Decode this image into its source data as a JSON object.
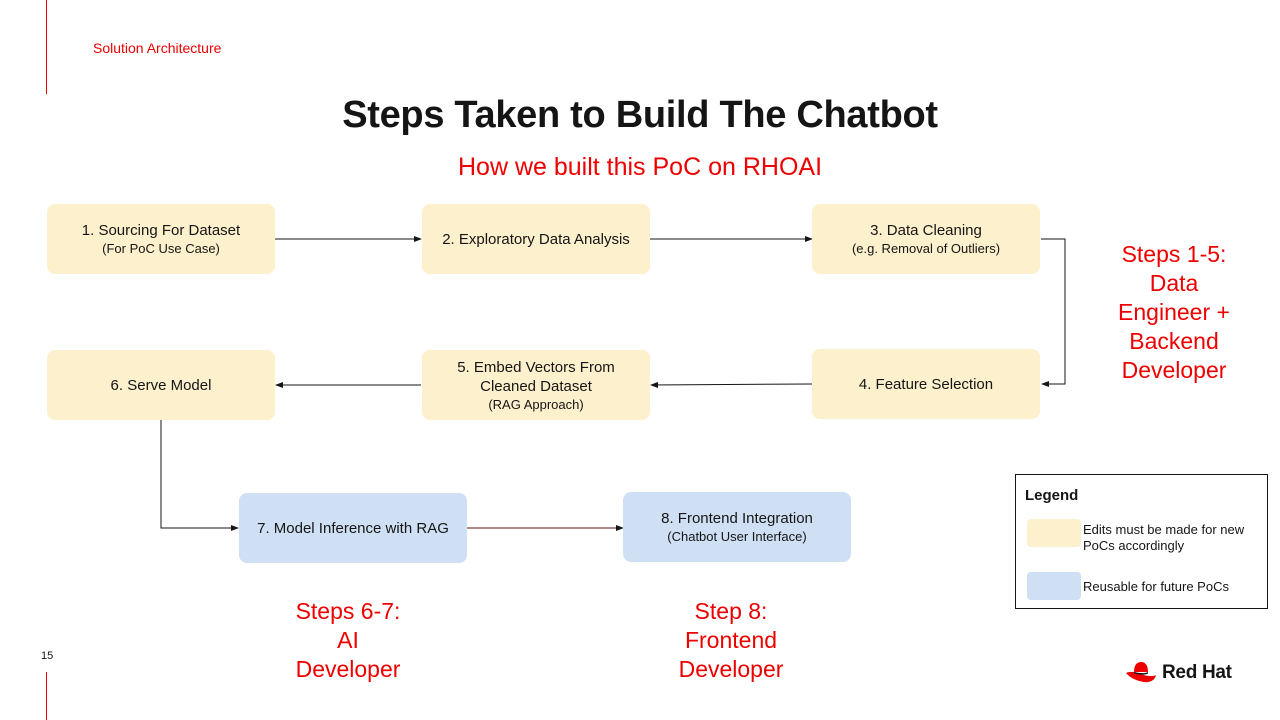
{
  "header": {
    "section_label": "Solution Architecture"
  },
  "title": "Steps Taken to Build The Chatbot",
  "subtitle": "How we built this PoC on RHOAI",
  "steps": [
    {
      "main": "1. Sourcing For Dataset",
      "sub": "(For PoC Use Case)",
      "category": "edit"
    },
    {
      "main": "2. Exploratory Data Analysis",
      "sub": "",
      "category": "edit"
    },
    {
      "main": "3. Data Cleaning",
      "sub": "(e.g. Removal of Outliers)",
      "category": "edit"
    },
    {
      "main": "4. Feature Selection",
      "sub": "",
      "category": "edit"
    },
    {
      "main": "5. Embed Vectors From Cleaned Dataset",
      "sub": "(RAG Approach)",
      "category": "edit"
    },
    {
      "main": "6. Serve Model",
      "sub": "",
      "category": "edit"
    },
    {
      "main": "7. Model Inference with RAG",
      "sub": "",
      "category": "reusable"
    },
    {
      "main": "8. Frontend Integration",
      "sub": "(Chatbot User Interface)",
      "category": "reusable"
    }
  ],
  "roles": {
    "data_engineer": [
      "Steps 1-5:",
      "Data",
      "Engineer +",
      "Backend",
      "Developer"
    ],
    "ai_developer": [
      "Steps 6-7:",
      "AI",
      "Developer"
    ],
    "frontend_developer": [
      "Step 8:",
      "Frontend",
      "Developer"
    ]
  },
  "legend": {
    "title": "Legend",
    "items": [
      {
        "label": "Edits must be made for new PoCs accordingly",
        "color": "#fdf0cd"
      },
      {
        "label": "Reusable for future PoCs",
        "color": "#cfe0f4"
      }
    ]
  },
  "footer": {
    "page_number": "15",
    "logo_text": "Red Hat",
    "logo_icon": "red-hat-fedora-icon"
  },
  "colors": {
    "accent": "#ee0000",
    "edit_fill": "#fdf0cd",
    "reusable_fill": "#cfe0f4"
  }
}
